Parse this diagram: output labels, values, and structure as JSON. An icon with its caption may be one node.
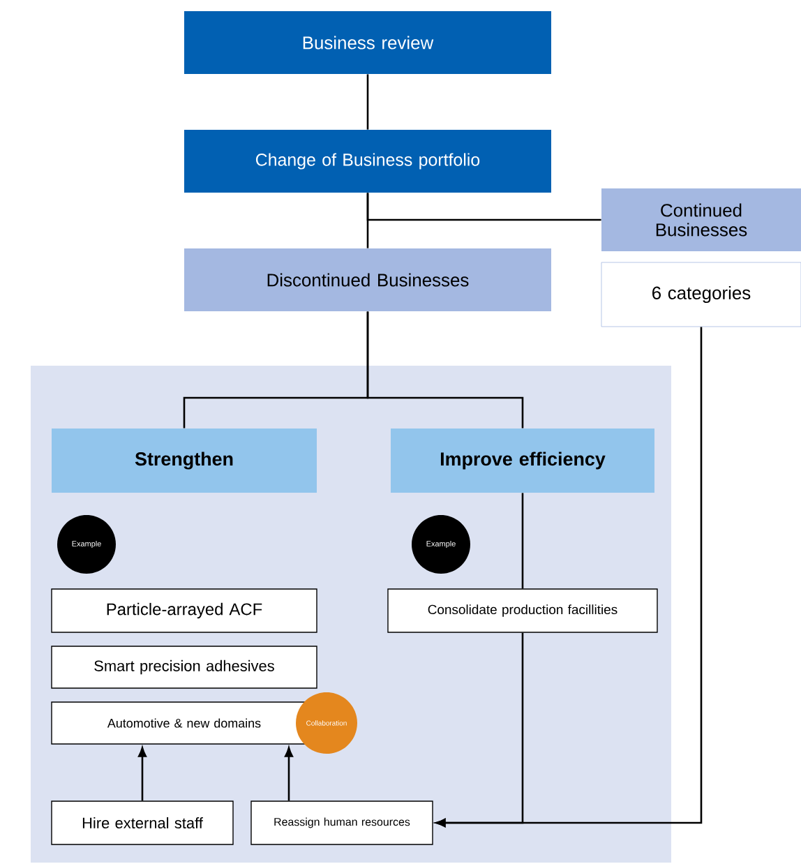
{
  "diagram": {
    "nodes": [
      {
        "text": [
          "Business review"
        ]
      },
      {
        "text": [
          "Change of Business portfolio"
        ]
      },
      {
        "text": [
          "Continued Businesses"
        ]
      },
      {
        "text": [
          "6 categories"
        ]
      },
      {
        "text": [
          "Discontinued Businesses"
        ]
      },
      {
        "text": [],
        "shape": "box"
      },
      {
        "text": [
          "Strengthen"
        ],
        "in": 5
      },
      {
        "text": [
          "Improve efficiency"
        ],
        "in": 5
      },
      {
        "text": [
          "Example"
        ],
        "in": 5
      },
      {
        "text": [
          "Example"
        ],
        "in": 5
      },
      {
        "text": [
          "Particle-arrayed ACF"
        ],
        "in": 5
      },
      {
        "text": [
          "Smart precision adhesives"
        ],
        "in": 5
      },
      {
        "text": [
          "Automotive & new domains"
        ],
        "in": 5
      },
      {
        "text": [
          "Collaboration"
        ],
        "in": 5
      },
      {
        "text": [
          "Consolidate production facillities"
        ],
        "in": 5
      },
      {
        "text": [
          "Hire external staff"
        ],
        "in": 5
      },
      {
        "text": [
          "Reassign human resources"
        ],
        "in": 5
      }
    ],
    "edges": [
      {
        "from": 0,
        "to": 1,
        "arrow": "none"
      },
      {
        "from": 1,
        "to": 2,
        "arrow": "none"
      },
      {
        "from": 1,
        "to": 4,
        "arrow": "none"
      },
      {
        "from": 4,
        "to": 6,
        "arrow": "none"
      },
      {
        "from": 4,
        "to": 7,
        "arrow": "none"
      },
      {
        "from": 7,
        "to": 14,
        "arrow": "none"
      },
      {
        "from": 14,
        "to": 16,
        "arrow": "to"
      },
      {
        "from": 3,
        "to": 16,
        "arrow": "to"
      },
      {
        "from": 15,
        "to": 12,
        "arrow": "to"
      },
      {
        "from": 16,
        "to": 12,
        "arrow": "to"
      }
    ]
  }
}
